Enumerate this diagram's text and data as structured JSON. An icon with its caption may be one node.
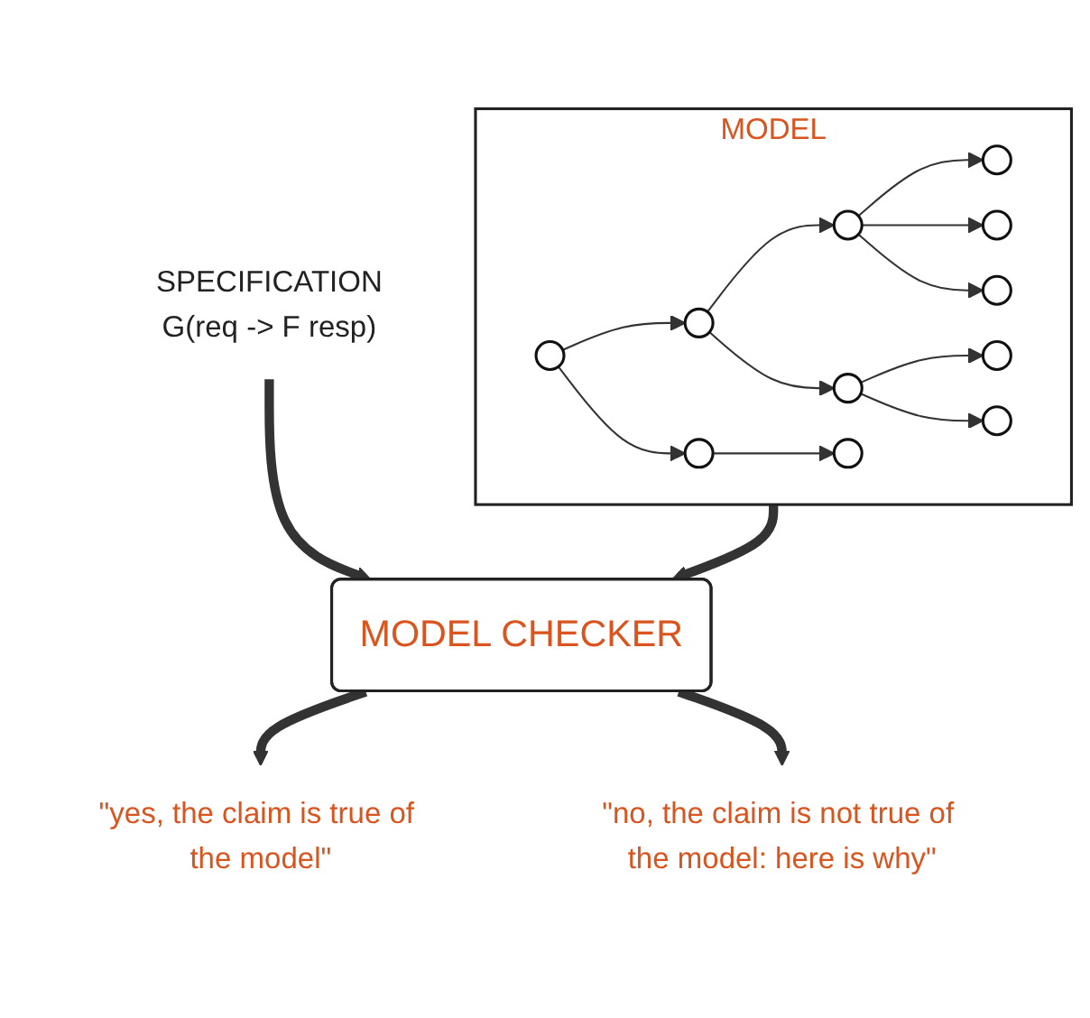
{
  "diagram": {
    "nodes": [
      {
        "text": [
          "MODEL"
        ]
      },
      {
        "text": [],
        "shape": "circle",
        "in": 0
      },
      {
        "text": [],
        "shape": "circle",
        "in": 0
      },
      {
        "text": [],
        "shape": "circle",
        "in": 0
      },
      {
        "text": [],
        "shape": "circle",
        "in": 0
      },
      {
        "text": [],
        "shape": "circle",
        "in": 0
      },
      {
        "text": [],
        "shape": "circle",
        "in": 0
      },
      {
        "text": [],
        "shape": "circle",
        "in": 0
      },
      {
        "text": [],
        "shape": "circle",
        "in": 0
      },
      {
        "text": [],
        "shape": "circle",
        "in": 0
      },
      {
        "text": [],
        "shape": "circle",
        "in": 0
      },
      {
        "text": [],
        "shape": "circle",
        "in": 0
      },
      {
        "text": [
          "SPECIFICATION",
          "G(req -> F resp)"
        ]
      },
      {
        "text": [
          "MODEL CHECKER"
        ]
      },
      {
        "text": [
          "\"yes, the claim is true of the model\""
        ]
      },
      {
        "text": [
          "\"no, the claim is not true of the model: here is why\""
        ]
      }
    ],
    "edges": [
      {
        "from": 1,
        "to": 2,
        "arrow": "to"
      },
      {
        "from": 1,
        "to": 3,
        "arrow": "to"
      },
      {
        "from": 2,
        "to": 4,
        "arrow": "to"
      },
      {
        "from": 2,
        "to": 5,
        "arrow": "to"
      },
      {
        "from": 4,
        "to": 6,
        "arrow": "to"
      },
      {
        "from": 4,
        "to": 7,
        "arrow": "to"
      },
      {
        "from": 4,
        "to": 8,
        "arrow": "to"
      },
      {
        "from": 5,
        "to": 9,
        "arrow": "to"
      },
      {
        "from": 5,
        "to": 10,
        "arrow": "to"
      },
      {
        "from": 3,
        "to": 11,
        "arrow": "to"
      },
      {
        "from": 0,
        "to": 13,
        "arrow": "to",
        "style": "thick"
      },
      {
        "from": 12,
        "to": 13,
        "arrow": "to",
        "style": "thick"
      },
      {
        "from": 13,
        "to": 14,
        "arrow": "to",
        "style": "thick"
      },
      {
        "from": 13,
        "to": 15,
        "arrow": "to",
        "style": "thick"
      }
    ]
  }
}
